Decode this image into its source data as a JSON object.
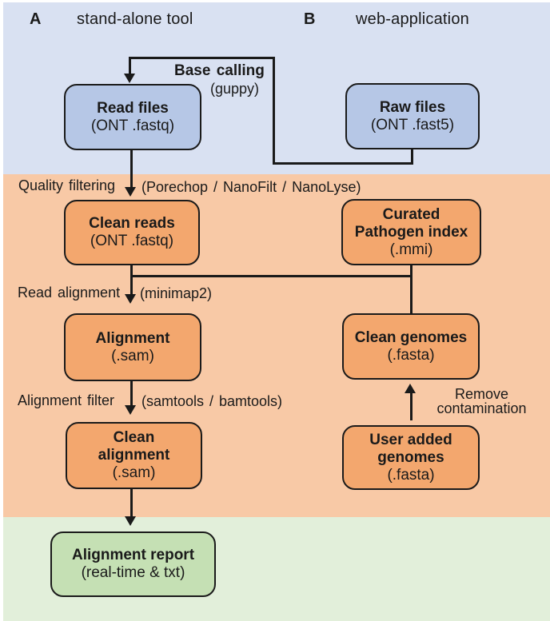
{
  "figure": {
    "panel_a": {
      "tag": "A",
      "title": "stand-alone tool"
    },
    "panel_b": {
      "tag": "B",
      "title": "web-application"
    }
  },
  "nodes": {
    "read_files": {
      "title": "Read files",
      "subtitle": "(ONT .fastq)"
    },
    "raw_files": {
      "title": "Raw files",
      "subtitle": "(ONT .fast5)"
    },
    "clean_reads": {
      "title": "Clean reads",
      "subtitle": "(ONT .fastq)"
    },
    "curated_pathogen_index": {
      "title": "Curated\nPathogen index",
      "subtitle": "(.mmi)"
    },
    "alignment": {
      "title": "Alignment",
      "subtitle": "(.sam)"
    },
    "clean_genomes": {
      "title": "Clean genomes",
      "subtitle": "(.fasta)"
    },
    "clean_alignment": {
      "title": "Clean\nalignment",
      "subtitle": "(.sam)"
    },
    "user_added_genomes": {
      "title": "User added\ngenomes",
      "subtitle": "(.fasta)"
    },
    "alignment_report": {
      "title": "Alignment report",
      "subtitle": "(real-time & txt)"
    }
  },
  "edge_labels": {
    "base_calling": "Base calling",
    "base_calling_tool": "(guppy)",
    "quality_filtering": "Quality filtering",
    "quality_tools": "(Porechop / NanoFilt / NanoLyse)",
    "read_alignment": "Read alignment",
    "read_alignment_tool": "(minimap2)",
    "alignment_filter": "Alignment filter",
    "alignment_filter_tools": "(samtools / bamtools)",
    "remove_contamination": "Remove\ncontamination"
  },
  "colors": {
    "band_blue": "#d9e1f2",
    "band_orange": "#f8c9a6",
    "band_green": "#e2efda",
    "node_blue": "#b6c7e6",
    "node_orange": "#f3a76e",
    "node_green": "#c5e0b4",
    "line": "#1a1a1a"
  }
}
